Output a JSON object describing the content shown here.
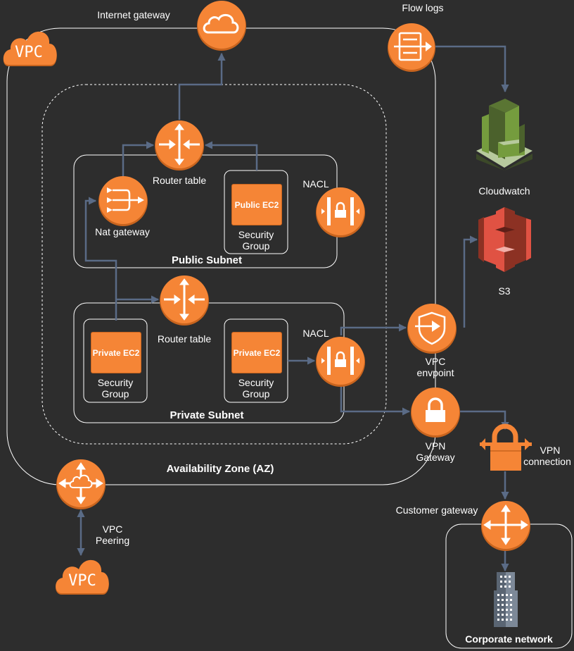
{
  "labels": {
    "internet_gateway": "Internet gateway",
    "flow_logs": "Flow logs",
    "vpc_logo": "VPC",
    "vpc_peer_logo": "VPC",
    "router_table_public": "Router table",
    "router_table_private": "Router table",
    "nat_gateway": "Nat gateway",
    "public_ec2": "Public EC2",
    "private_ec2_left": "Private EC2",
    "private_ec2_right": "Private EC2",
    "security_group_public_1": "Security",
    "security_group_public_2": "Group",
    "security_group_private_left_1": "Security",
    "security_group_private_left_2": "Group",
    "security_group_private_right_1": "Security",
    "security_group_private_right_2": "Group",
    "nacl_public": "NACL",
    "nacl_private": "NACL",
    "public_subnet": "Public Subnet",
    "private_subnet": "Private Subnet",
    "availability_zone": "Availability Zone (AZ)",
    "cloudwatch": "Cloudwatch",
    "s3": "S3",
    "vpc_endpoint_1": "VPC",
    "vpc_endpoint_2": "envpoint",
    "vpn_gateway_1": "VPN",
    "vpn_gateway_2": "Gateway",
    "vpn_connection_1": "VPN",
    "vpn_connection_2": "connection",
    "customer_gateway": "Customer gateway",
    "vpc_peering_1": "VPC",
    "vpc_peering_2": "Peering",
    "corporate_network": "Corporate network"
  },
  "colors": {
    "background": "#2d2d2d",
    "aws_orange": "#f58536",
    "connector": "#5a6b86",
    "container_stroke": "#ffffff",
    "cloudwatch_green": "#759c3e",
    "s3_red": "#e05243"
  }
}
